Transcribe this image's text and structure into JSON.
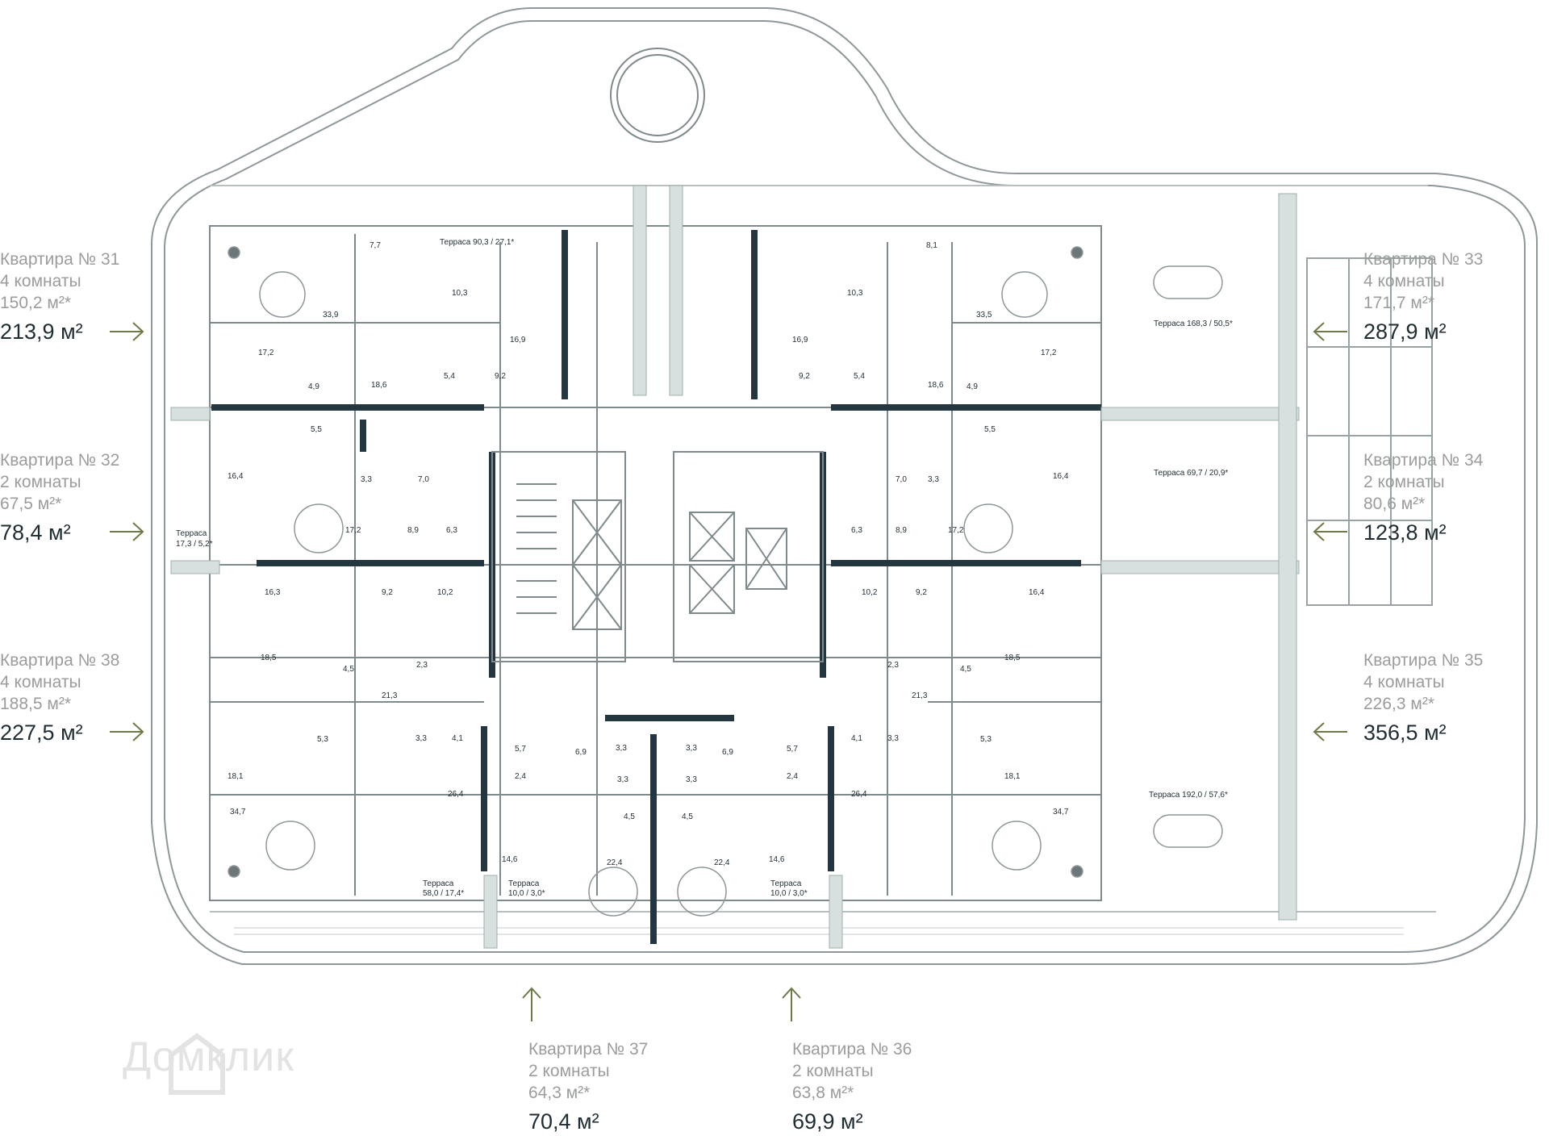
{
  "apartments": [
    {
      "id": "31",
      "title": "Квартира № 31",
      "rooms": "4 комнаты",
      "area_living": "150,2 м²*",
      "area_total": "213,9 м²"
    },
    {
      "id": "32",
      "title": "Квартира № 32",
      "rooms": "2 комнаты",
      "area_living": "67,5 м²*",
      "area_total": "78,4 м²"
    },
    {
      "id": "38",
      "title": "Квартира № 38",
      "rooms": "4 комнаты",
      "area_living": "188,5 м²*",
      "area_total": "227,5 м²"
    },
    {
      "id": "33",
      "title": "Квартира № 33",
      "rooms": "4 комнаты",
      "area_living": "171,7 м²*",
      "area_total": "287,9 м²"
    },
    {
      "id": "34",
      "title": "Квартира № 34",
      "rooms": "2 комнаты",
      "area_living": "80,6 м²*",
      "area_total": "123,8 м²"
    },
    {
      "id": "35",
      "title": "Квартира № 35",
      "rooms": "4 комнаты",
      "area_living": "226,3 м²*",
      "area_total": "356,5 м²"
    },
    {
      "id": "37",
      "title": "Квартира № 37",
      "rooms": "2 комнаты",
      "area_living": "64,3 м²*",
      "area_total": "70,4 м²"
    },
    {
      "id": "36",
      "title": "Квартира № 36",
      "rooms": "2 комнаты",
      "area_living": "63,8 м²*",
      "area_total": "69,9 м²"
    }
  ],
  "terraces": [
    "Терраса 90,3 / 27,1*",
    "Терраса 168,3 / 50,5*",
    "Терраса 69,7 / 20,9*",
    "Терраса 192,0 / 57,6*",
    "Терраса",
    "17,3 / 5,2*",
    "Терраса",
    "58,0 / 17,4*",
    "Терраса",
    "10,0 / 3,0*",
    "Терраса",
    "10,0 / 3,0*"
  ],
  "room_areas": [
    "7,7",
    "10,3",
    "33,9",
    "16,9",
    "17,2",
    "18,6",
    "5,4",
    "9,2",
    "4,9",
    "5,5",
    "16,4",
    "3,3",
    "7,0",
    "17,2",
    "8,9",
    "6,3",
    "16,3",
    "9,2",
    "10,2",
    "2,3",
    "18,5",
    "4,5",
    "21,3",
    "5,3",
    "3,3",
    "4,1",
    "18,1",
    "26,4",
    "34,7",
    "5,7",
    "2,4",
    "6,9",
    "3,3",
    "3,3",
    "4,5",
    "14,6",
    "22,4",
    "8,1",
    "10,3",
    "33,5",
    "16,9",
    "17,2",
    "18,6",
    "5,4",
    "9,2",
    "4,9",
    "5,5",
    "16,4",
    "3,3",
    "7,0",
    "17,2",
    "8,9",
    "6,3",
    "16,4",
    "9,2",
    "10,2",
    "2,3",
    "18,5",
    "4,5",
    "21,3",
    "5,3",
    "3,3",
    "4,1",
    "18,1",
    "26,4",
    "34,7",
    "5,7",
    "2,4",
    "6,9",
    "3,3",
    "3,3",
    "4,5",
    "14,6",
    "22,4"
  ],
  "watermark": "Домклик",
  "colors": {
    "wall": "#243640",
    "line": "#7f8a8c",
    "accent": "#6b7a46",
    "label": "#9a9d9b",
    "value": "#1f2d33",
    "hedge": "#b9c6c4"
  }
}
